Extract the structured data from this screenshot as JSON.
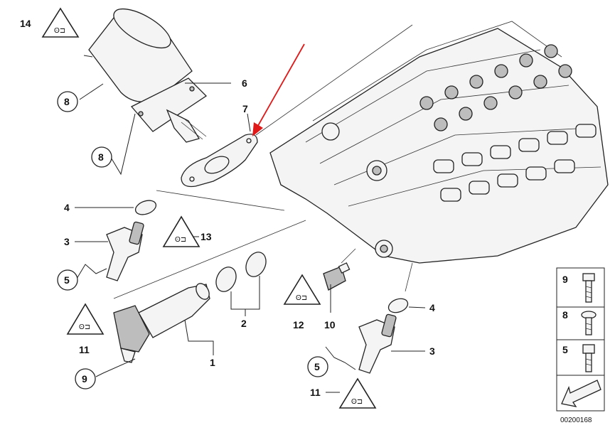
{
  "diagram": {
    "doc_number": "00200168",
    "labels": {
      "l14": "14",
      "l8a": "8",
      "l6": "6",
      "l7": "7",
      "l8b": "8",
      "l4a": "4",
      "l3a": "3",
      "l13": "13",
      "l5a": "5",
      "l11a": "11",
      "l9": "9",
      "l1": "1",
      "l2": "2",
      "l12": "12",
      "l10": "10",
      "l4b": "4",
      "l3b": "3",
      "l5b": "5",
      "l11b": "11"
    },
    "legend": {
      "r1": "9",
      "r2": "8",
      "r3": "5"
    },
    "colors": {
      "arrow": "#e01818",
      "line": "#222222"
    }
  }
}
